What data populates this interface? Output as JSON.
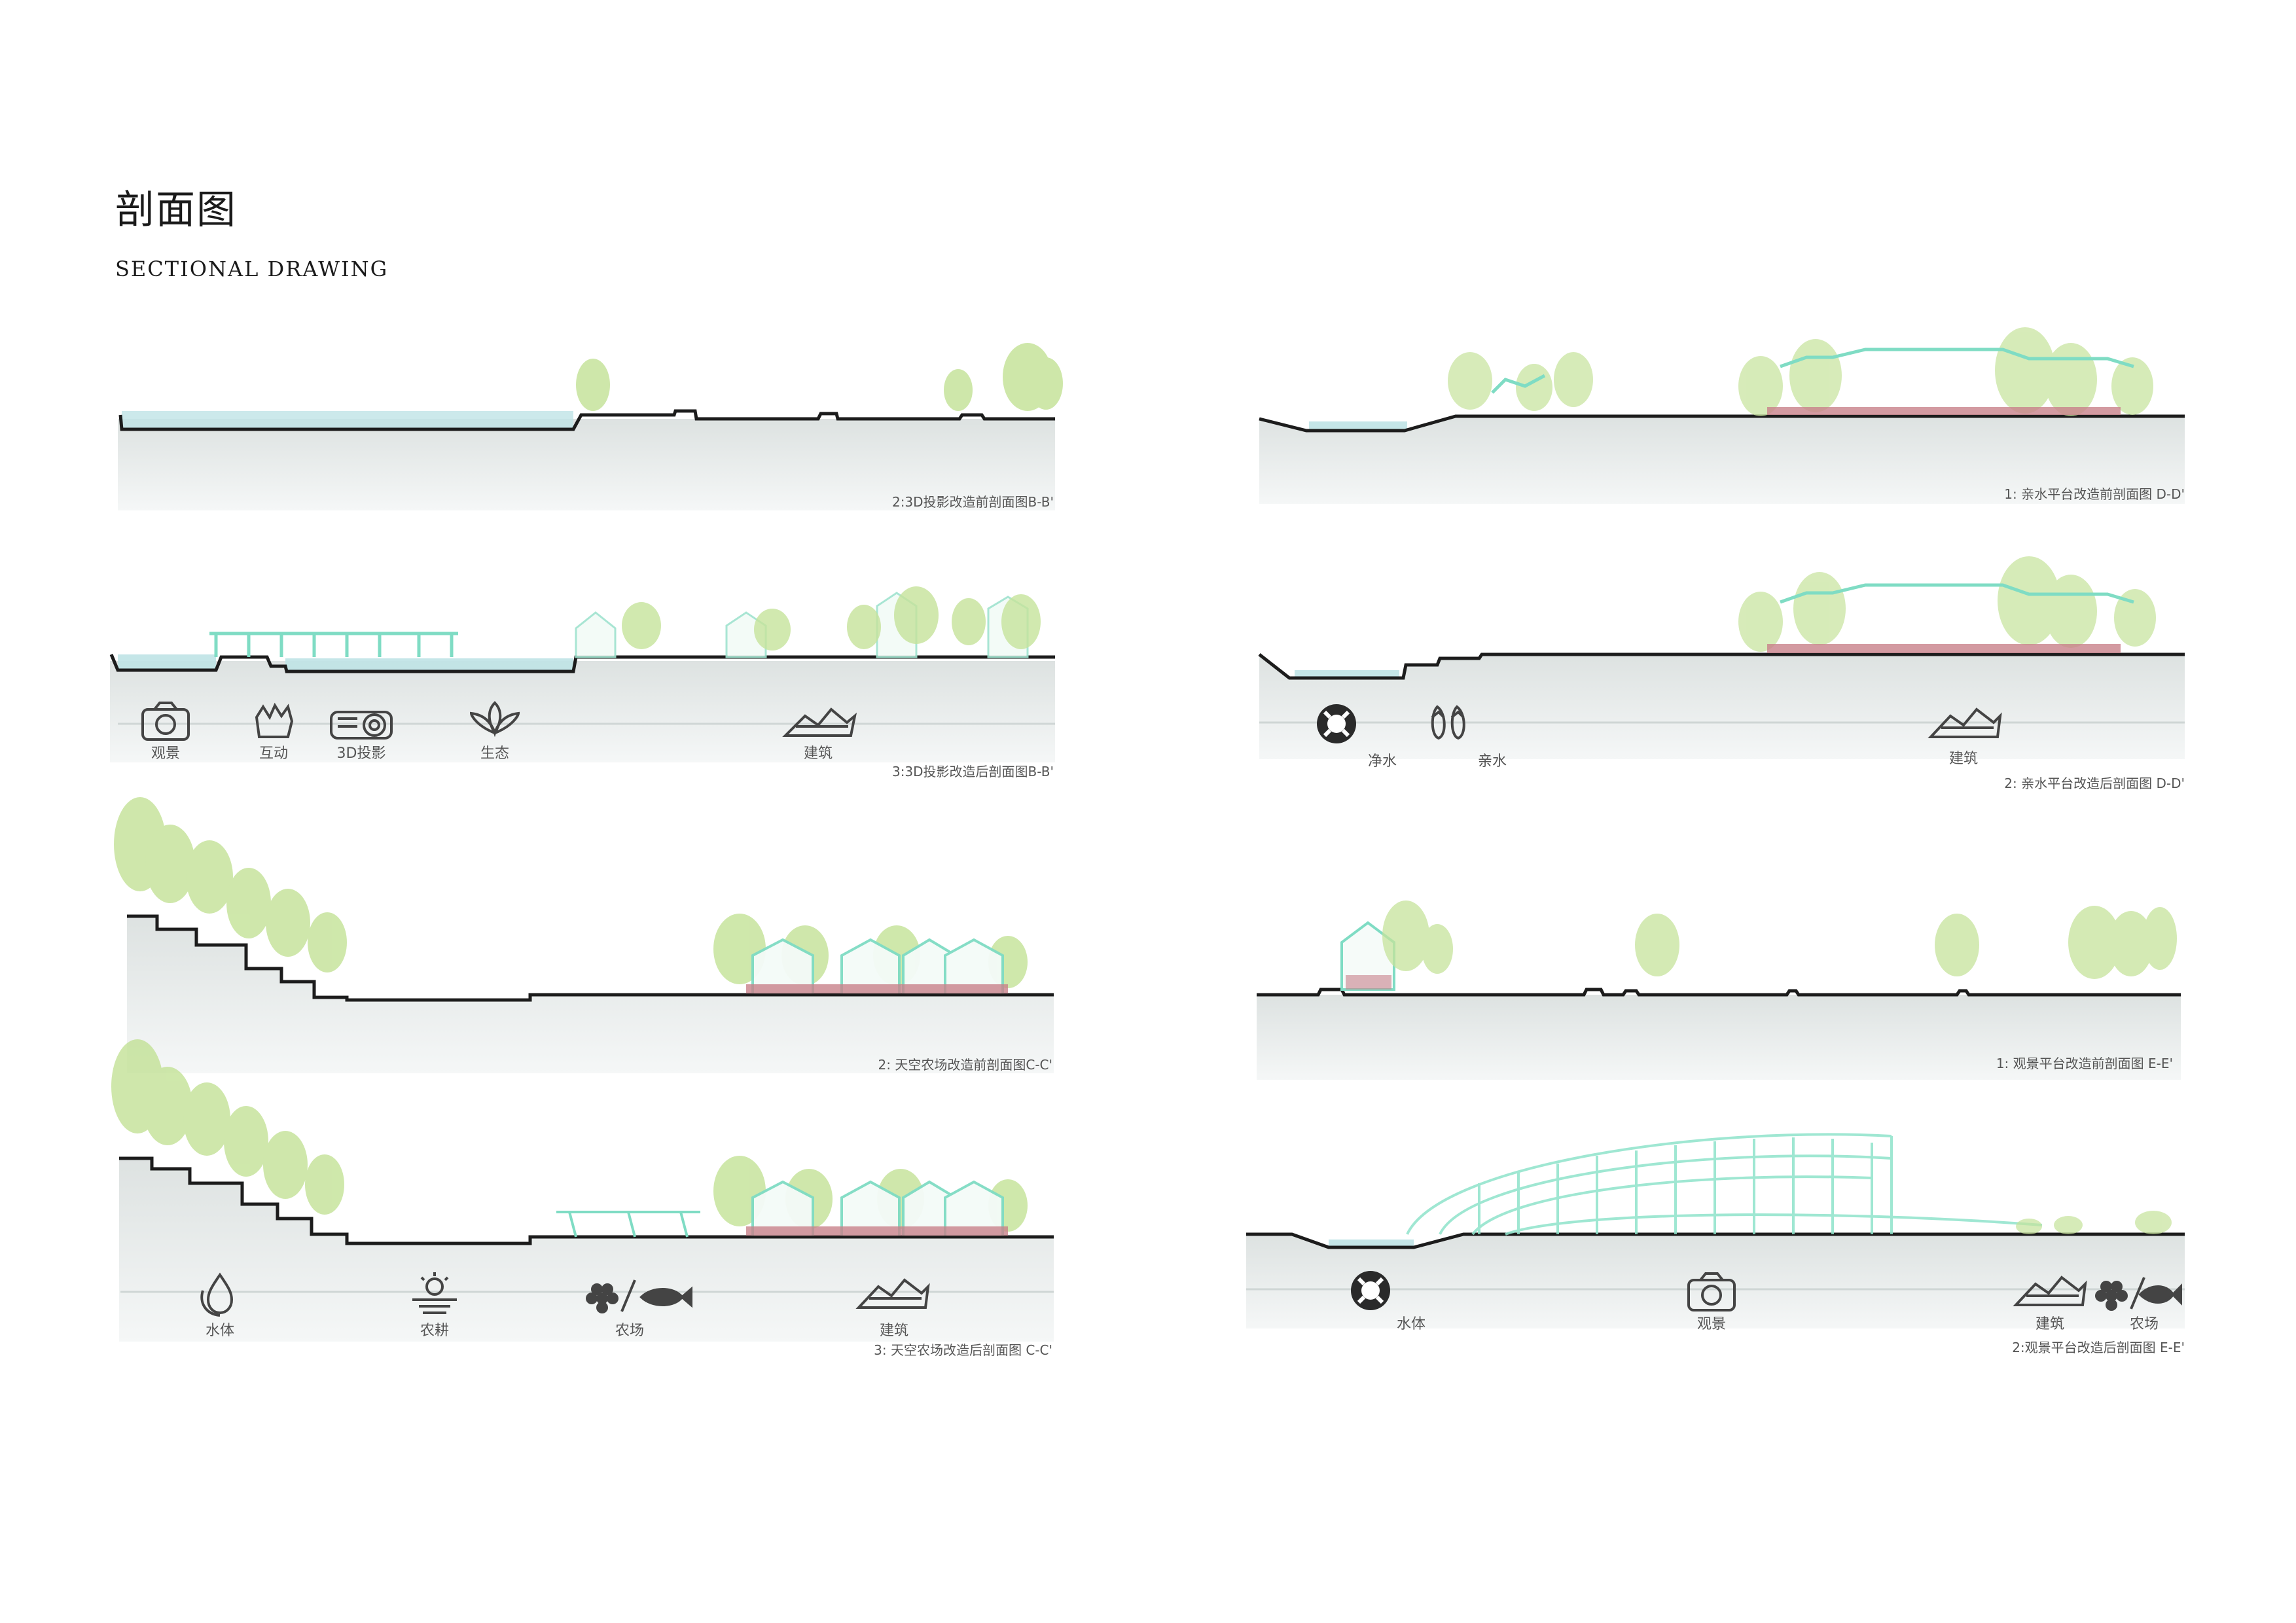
{
  "header": {
    "title_cn": "剖面图",
    "title_en": "SECTIONAL DRAWING"
  },
  "colors": {
    "ground": "#e4e8e7",
    "line": "#1c1c1c",
    "water": "#8ccfd6",
    "tree": "#bfe08f",
    "pavilion": "#7fdcc4",
    "brick": "#c8818a"
  },
  "sections": {
    "bb_before": {
      "caption": "2:3D投影改造前剖面图B-B'",
      "icons": []
    },
    "bb_after": {
      "caption": "3:3D投影改造后剖面图B-B'",
      "icons": [
        {
          "icon": "camera-icon",
          "label": "观景"
        },
        {
          "icon": "hand-icon",
          "label": "互动"
        },
        {
          "icon": "projector-icon",
          "label": "3D投影"
        },
        {
          "icon": "lotus-icon",
          "label": "生态"
        },
        {
          "icon": "building-icon",
          "label": "建筑"
        }
      ]
    },
    "cc_before": {
      "caption": "2: 天空农场改造前剖面图C-C'",
      "icons": []
    },
    "cc_after": {
      "caption": "3: 天空农场改造后剖面图 C-C'",
      "icons": [
        {
          "icon": "water-drop-icon",
          "label": "水体"
        },
        {
          "icon": "farming-icon",
          "label": "农耕"
        },
        {
          "icon": "grape-fish-icon",
          "label": "农场"
        },
        {
          "icon": "building-icon",
          "label": "建筑"
        }
      ]
    },
    "dd_before": {
      "caption": "1: 亲水平台改造前剖面图  D-D'",
      "icons": []
    },
    "dd_after": {
      "caption": "2: 亲水平台改造后剖面图  D-D'",
      "icons": [
        {
          "icon": "lifebuoy-icon",
          "label": "净水"
        },
        {
          "icon": "sandals-icon",
          "label": "亲水"
        },
        {
          "icon": "building-icon",
          "label": "建筑"
        }
      ]
    },
    "ee_before": {
      "caption": "1: 观景平台改造前剖面图 E-E'",
      "icons": []
    },
    "ee_after": {
      "caption": "2:观景平台改造后剖面图 E-E'",
      "icons": [
        {
          "icon": "lifebuoy-icon",
          "label": "水体"
        },
        {
          "icon": "camera-icon",
          "label": "观景"
        },
        {
          "icon": "building-icon",
          "label": "建筑"
        },
        {
          "icon": "grape-fish-icon",
          "label": "农场"
        }
      ]
    }
  }
}
